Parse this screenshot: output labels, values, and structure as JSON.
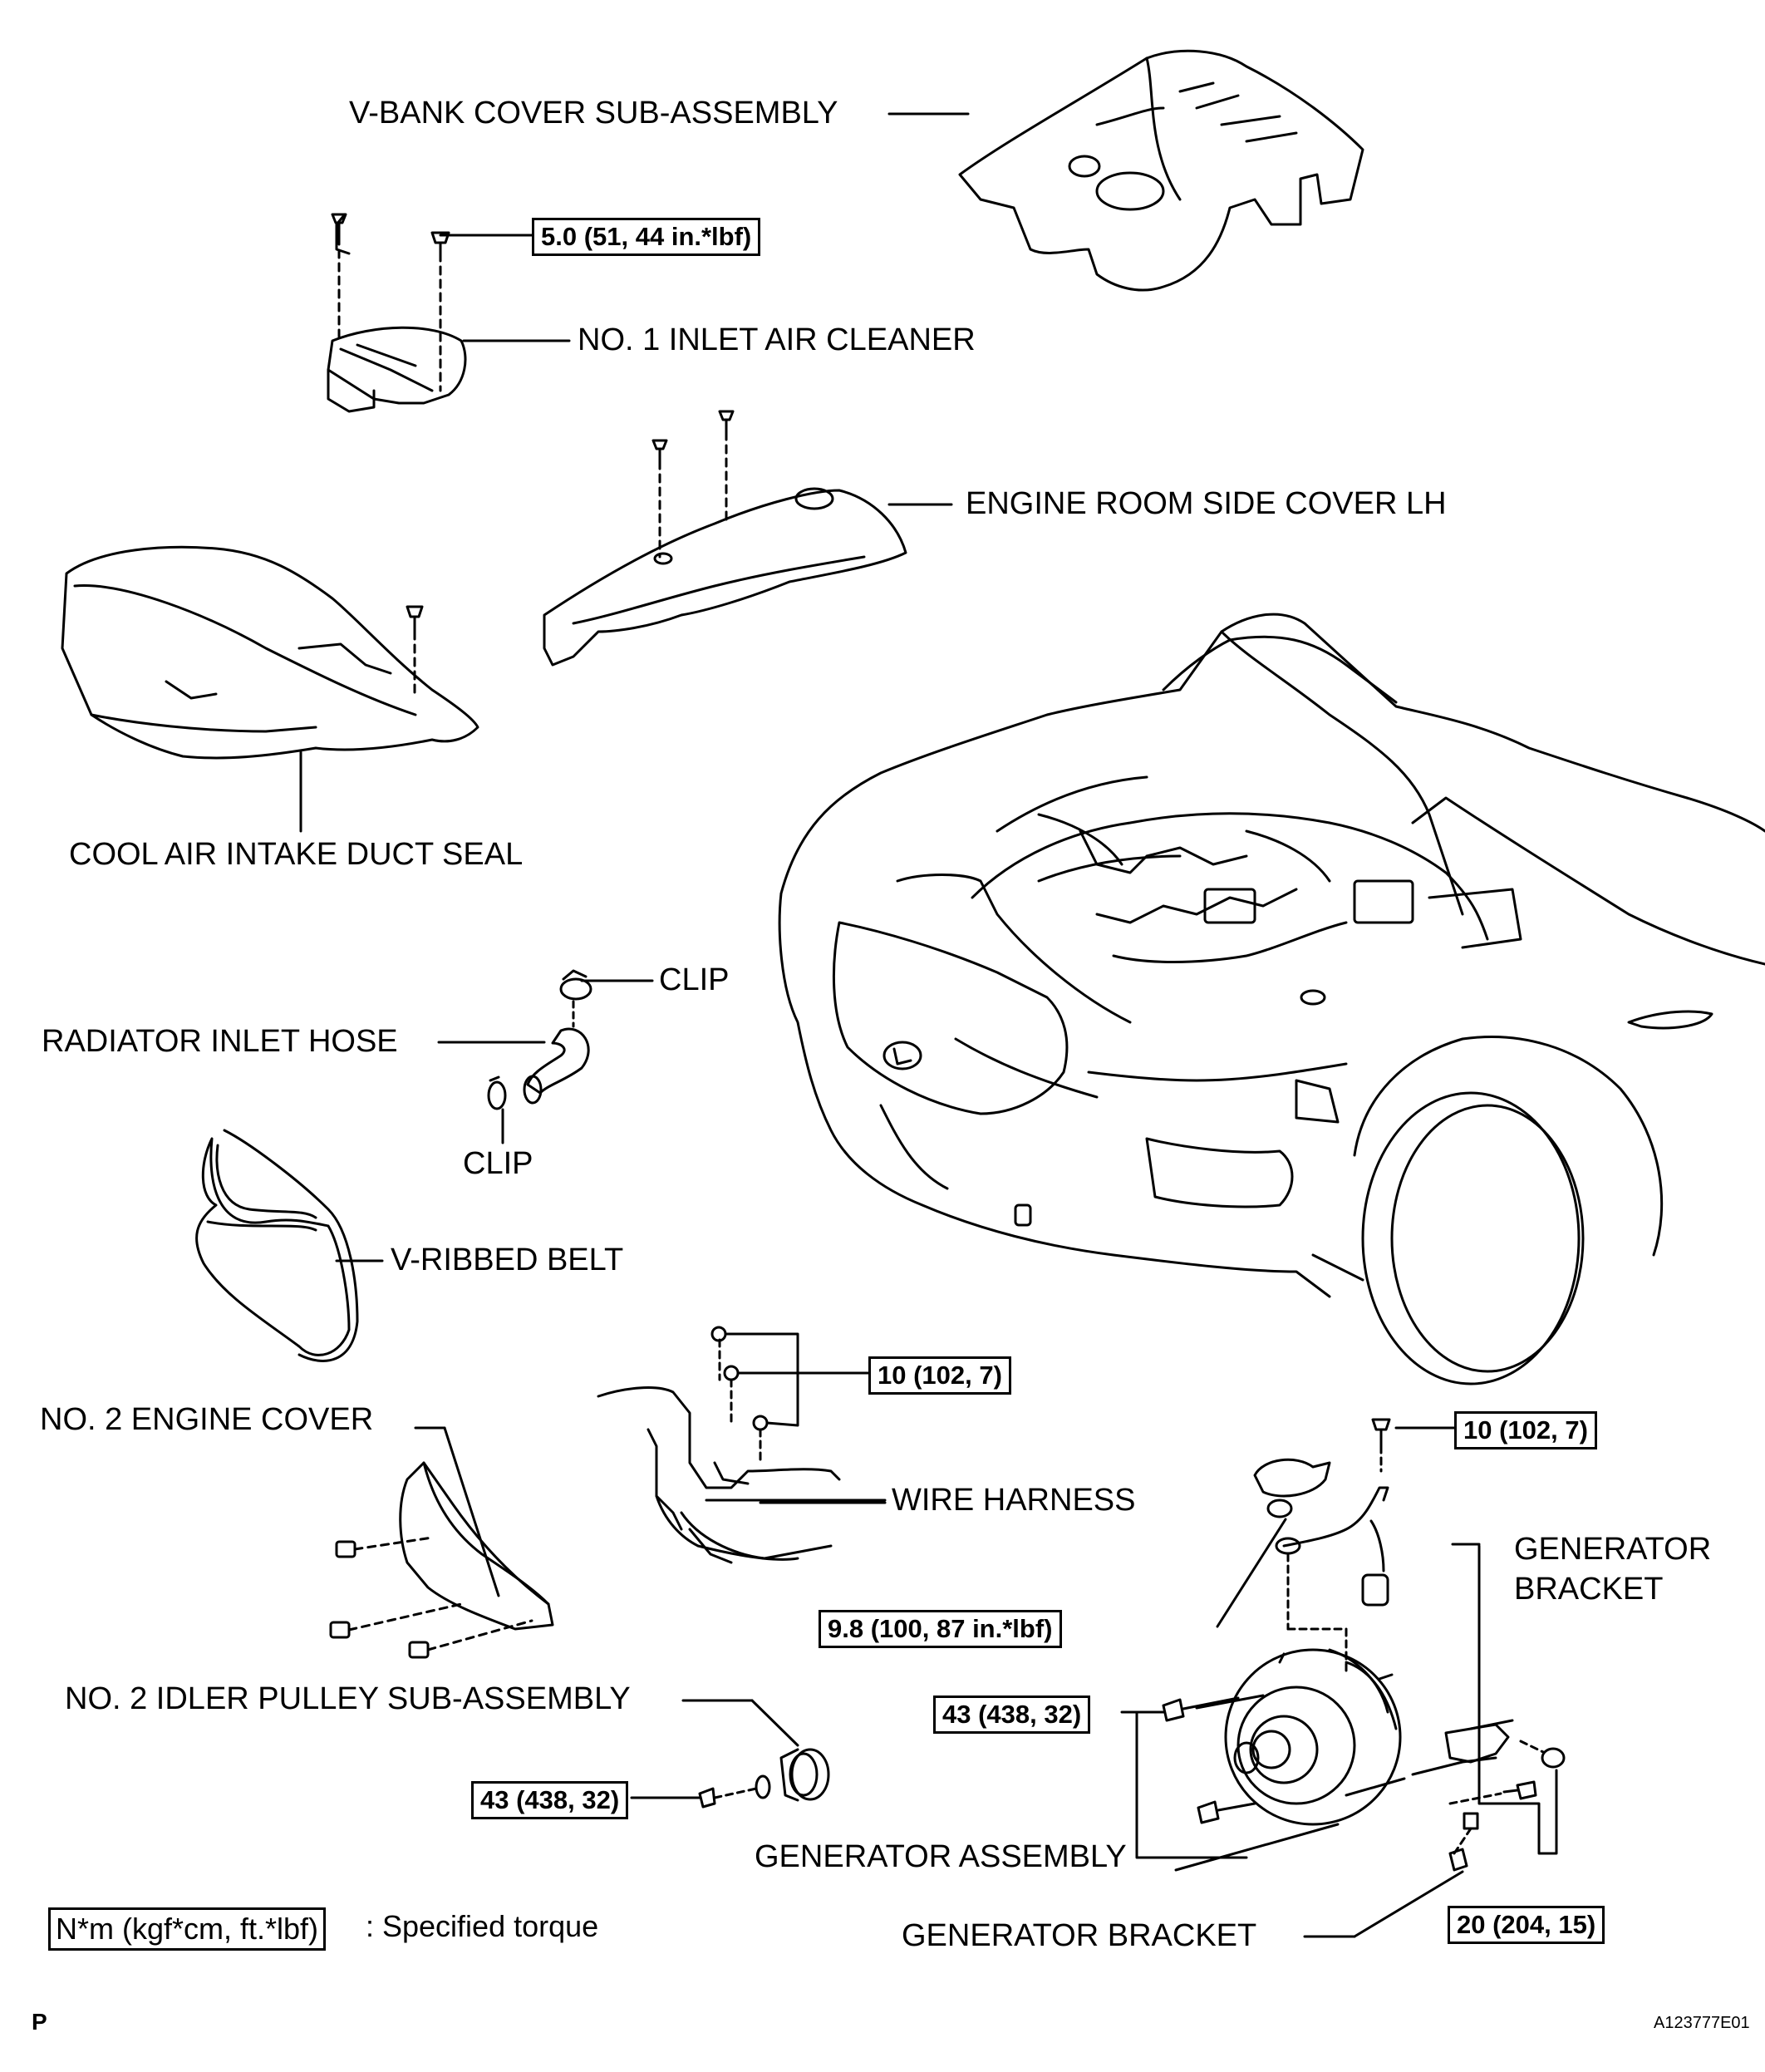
{
  "labels": {
    "v_bank_cover": "V-BANK COVER SUB-ASSEMBLY",
    "inlet_air_cleaner": "NO. 1 INLET AIR CLEANER",
    "engine_room_side_cover": "ENGINE ROOM SIDE COVER LH",
    "cool_air_intake_duct_seal": "COOL AIR INTAKE DUCT SEAL",
    "clip_top": "CLIP",
    "radiator_inlet_hose": "RADIATOR INLET HOSE",
    "clip_bottom": "CLIP",
    "v_ribbed_belt": "V-RIBBED BELT",
    "no2_engine_cover": "NO. 2 ENGINE COVER",
    "wire_harness": "WIRE HARNESS",
    "generator_bracket_upper": "GENERATOR\nBRACKET",
    "no2_idler_pulley": "NO. 2 IDLER PULLEY SUB-ASSEMBLY",
    "generator_assembly": "GENERATOR ASSEMBLY",
    "generator_bracket_lower": "GENERATOR BRACKET"
  },
  "torques": {
    "inlet_air_cleaner": "5.0 (51, 44 in.*lbf)",
    "wire_harness": "10 (102, 7)",
    "generator_terminal": "10 (102, 7)",
    "generator_nut": "9.8 (100, 87 in.*lbf)",
    "generator_bolts": "43 (438, 32)",
    "idler_pulley": "43 (438, 32)",
    "generator_bracket": "20 (204, 15)"
  },
  "legend": {
    "box": "N*m (kgf*cm, ft.*lbf)",
    "text": ": Specified torque"
  },
  "corner_letter": "P",
  "figure_id": "A123777E01",
  "icons": [
    "bolt-icon",
    "nut-icon",
    "clip-icon",
    "lexus-emblem-icon"
  ]
}
